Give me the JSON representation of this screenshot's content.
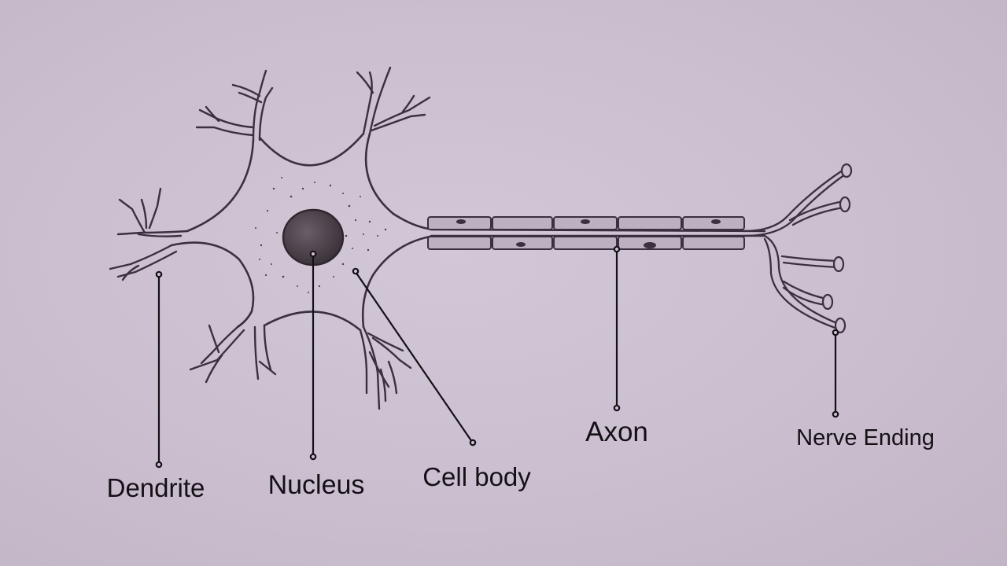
{
  "labels": {
    "dendrite": "Dendrite",
    "nucleus": "Nucleus",
    "cell_body": "Cell body",
    "axon": "Axon",
    "nerve_ending": "Nerve Ending"
  },
  "colors": {
    "paper": "#cbbfcf",
    "pencil": "#3a3040",
    "nucleus_fill": "#4a4048",
    "sheath_fill": "#bdb0c0",
    "text": "#141016"
  }
}
